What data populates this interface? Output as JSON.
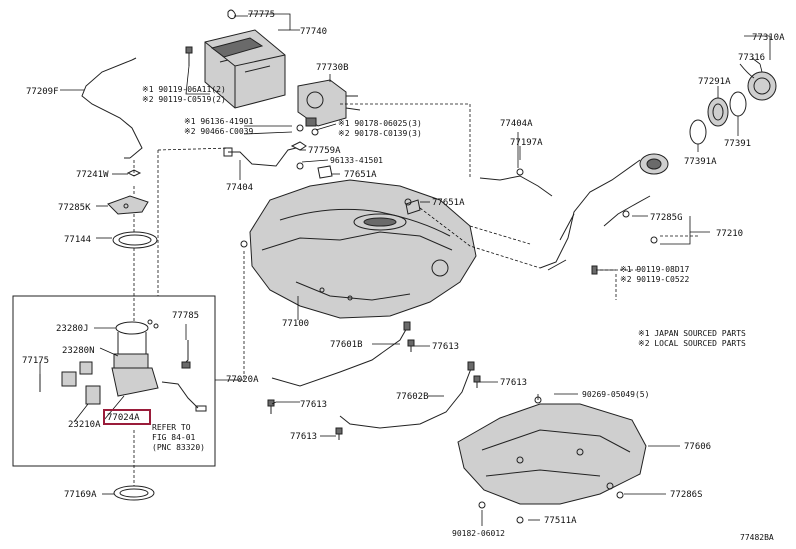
{
  "diagram_code": "77482BA",
  "highlight_color": "#9a1c3a",
  "labels": {
    "p77775": "77775",
    "p77740": "77740",
    "p77310A": "77310A",
    "p77316": "77316",
    "p77730B": "77730B",
    "p77209F": "77209F",
    "n1_90119_06A11": "※1 90119-06A11(2)",
    "n2_90119_C0519": "※2 90119-C0519(2)",
    "p77291A": "77291A",
    "p77391": "77391",
    "p77391A": "77391A",
    "n1_96136_41901": "※1 96136-41901",
    "n2_90466_C0039": "※2 90466-C0039",
    "n1_90178_06025": "※1 90178-06025(3)",
    "n2_90178_C0139": "※2 90178-C0139(3)",
    "p77404A": "77404A",
    "p77197A": "77197A",
    "p77759A": "77759A",
    "p96133_41501": "96133-41501",
    "p77404": "77404",
    "p77241W": "77241W",
    "p77651A_top": "77651A",
    "p77651A": "77651A",
    "p77285K": "77285K",
    "p77285G": "77285G",
    "p77210": "77210",
    "p77144": "77144",
    "n1_90119_08D17": "※1  90119-08D17",
    "n2_90119_C0522": "※2  90119-C0522",
    "p77100": "77100",
    "p23280J": "23280J",
    "p77785": "77785",
    "p23280N": "23280N",
    "p77175": "77175",
    "note1": "※1 JAPAN SOURCED PARTS",
    "note2": "※2 LOCAL SOURCED PARTS",
    "p77601B": "77601B",
    "p77613_a": "77613",
    "p77020A": "77020A",
    "p77613_b": "77613",
    "p23210A": "23210A",
    "p77024A": "77024A",
    "p77602B": "77602B",
    "p90269_05049": "90269-05049(5)",
    "p77613_c": "77613",
    "p77613_d": "77613",
    "refer1": "REFER TO",
    "refer2": "FIG 84-01",
    "refer3": "(PNC 83320)",
    "p77606": "77606",
    "p77169A": "77169A",
    "p77286S": "77286S",
    "p77511A": "77511A",
    "p90182_06012": "90182-06012"
  }
}
